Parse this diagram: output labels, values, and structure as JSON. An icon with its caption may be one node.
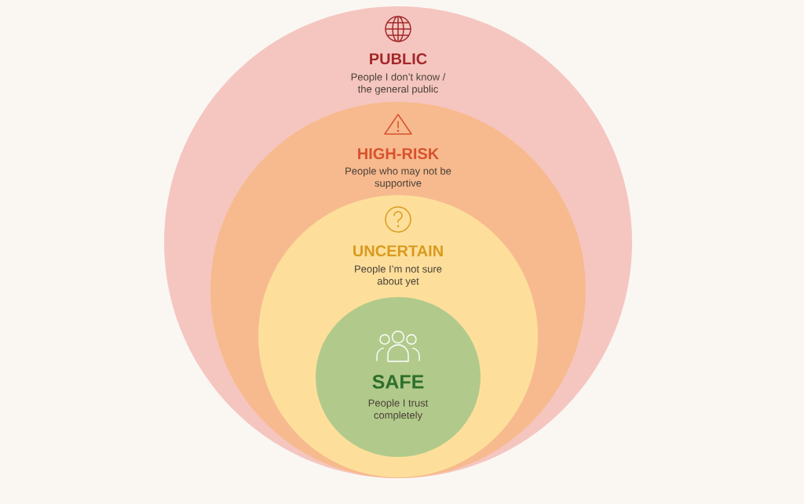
{
  "diagram": {
    "nodes": [
      {
        "text": [
          "PUBLIC",
          "People I don’t know / the general public"
        ]
      },
      {
        "text": [
          "HIGH-RISK",
          "People who may not be supportive"
        ],
        "in": 0
      },
      {
        "text": [
          "UNCERTAIN",
          "People I’m not sure about yet"
        ],
        "in": 1
      },
      {
        "text": [
          "SAFE",
          "People I trust completely"
        ],
        "in": 2
      }
    ]
  }
}
